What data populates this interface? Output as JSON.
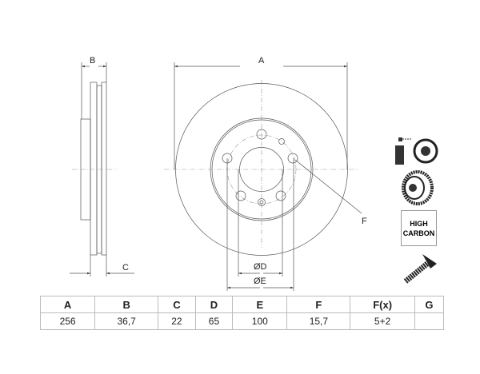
{
  "drawing": {
    "label_a": "A",
    "label_b": "B",
    "label_c": "C",
    "label_d": "ØD",
    "label_e": "ØE",
    "label_f": "F"
  },
  "badge": {
    "line1": "HIGH",
    "line2": "CARBON"
  },
  "table": {
    "headers": [
      "A",
      "B",
      "C",
      "D",
      "E",
      "F",
      "F(x)",
      "G"
    ],
    "values": [
      "256",
      "36,7",
      "22",
      "65",
      "100",
      "15,7",
      "5+2",
      ""
    ]
  }
}
